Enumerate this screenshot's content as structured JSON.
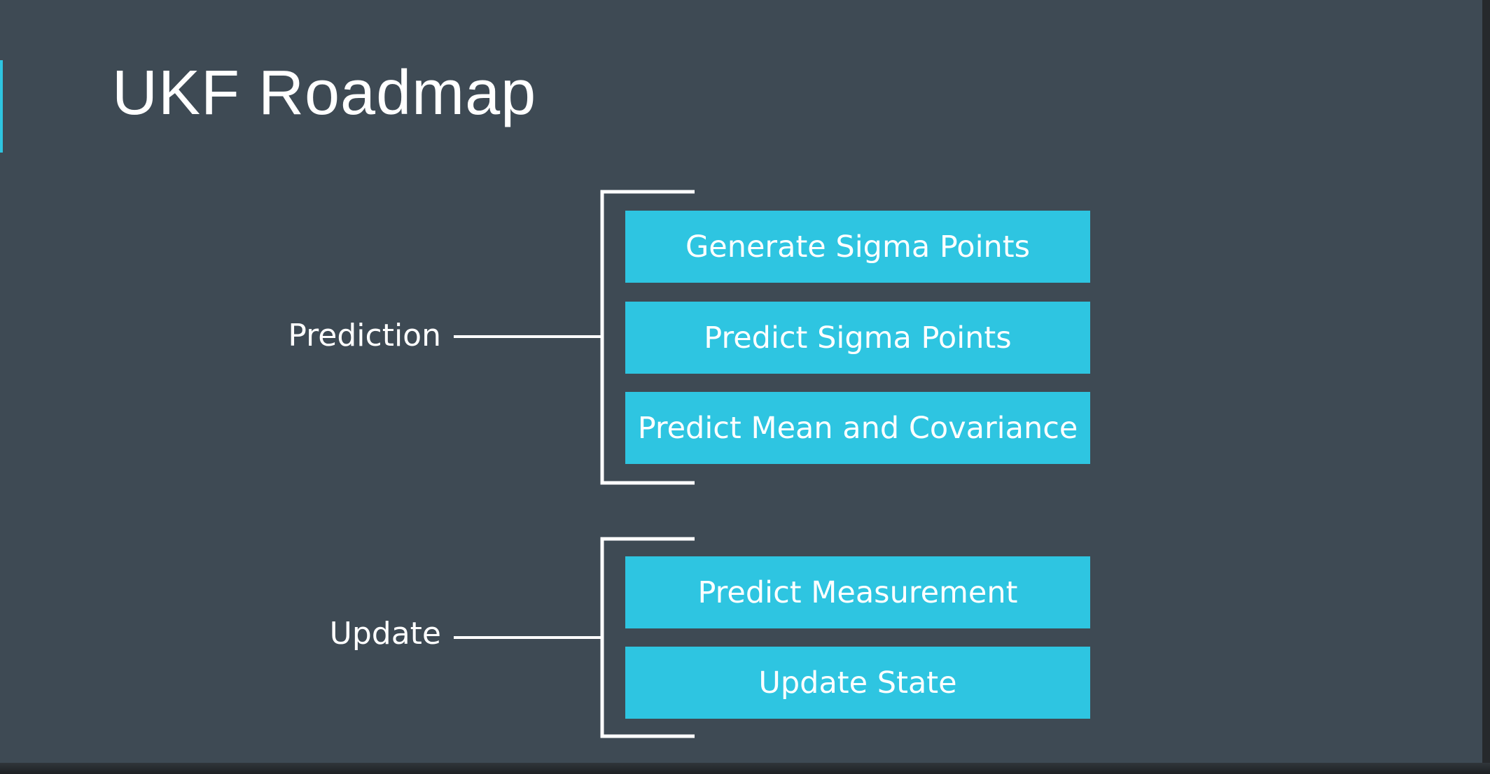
{
  "title": "UKF Roadmap",
  "colors": {
    "background": "#3e4a54",
    "accent": "#2ec5e1",
    "text": "#ffffff",
    "connector": "#ffffff"
  },
  "groups": [
    {
      "label": "Prediction",
      "steps": [
        "Generate Sigma Points",
        "Predict Sigma Points",
        "Predict Mean and Covariance"
      ]
    },
    {
      "label": "Update",
      "steps": [
        "Predict Measurement",
        "Update State"
      ]
    }
  ]
}
